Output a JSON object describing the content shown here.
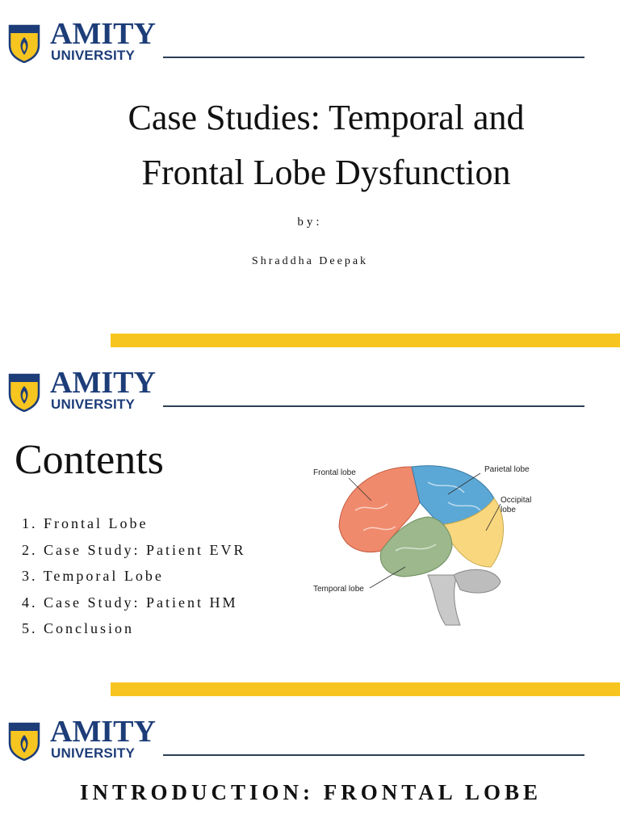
{
  "logo": {
    "name": "AMITY",
    "subtitle": "UNIVERSITY"
  },
  "slide1": {
    "title_line1": "Case Studies: Temporal and",
    "title_line2": "Frontal Lobe Dysfunction",
    "by": "by:",
    "author": "Shraddha Deepak"
  },
  "slide2": {
    "heading": "Contents",
    "items": [
      "1. Frontal Lobe",
      "2. Case Study: Patient EVR",
      "3. Temporal Lobe",
      "4. Case Study: Patient HM",
      "5. Conclusion"
    ],
    "diagram": {
      "frontal": "Frontal lobe",
      "parietal": "Parietal lobe",
      "occipital_1": "Occipital",
      "occipital_2": "lobe",
      "temporal": "Temporal lobe"
    }
  },
  "slide3": {
    "heading": "INTRODUCTION: FRONTAL LOBE"
  },
  "colors": {
    "brand_blue": "#1d3d79",
    "accent_yellow": "#f7c51f",
    "frontal": "#f08a6c",
    "parietal": "#5ba8d6",
    "occipital": "#f9d77e",
    "temporal": "#9cb88c",
    "brainstem": "#c9c9c9"
  }
}
